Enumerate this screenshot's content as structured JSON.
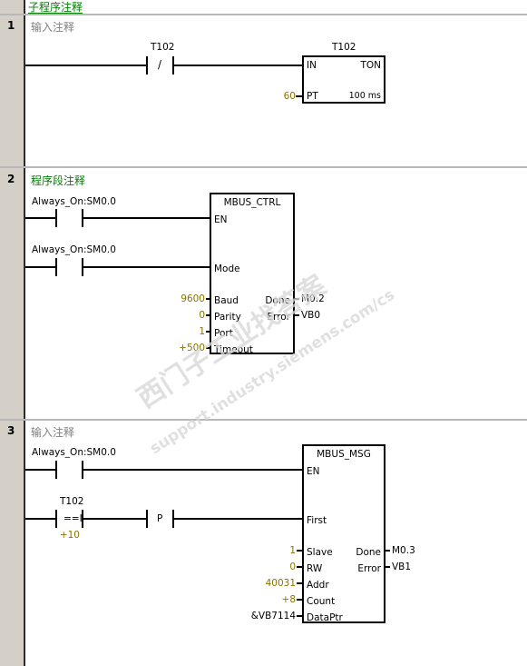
{
  "subroutine_title": "子程序注释",
  "networks": [
    {
      "number": "1",
      "comment": "输入注释",
      "contacts": [
        {
          "label": "T102",
          "symbol": "/"
        }
      ],
      "box": {
        "name": "T102",
        "type": "TON",
        "inputs": [
          {
            "pin": "IN",
            "value": ""
          },
          {
            "pin": "PT",
            "value": "60"
          }
        ],
        "outputs": [
          {
            "pin": "100 ms",
            "value": ""
          }
        ]
      }
    },
    {
      "number": "2",
      "comment": "程序段注释",
      "contacts": [
        {
          "label": "Always_On:SM0.0"
        },
        {
          "label": "Always_On:SM0.0"
        }
      ],
      "box": {
        "name": "MBUS_CTRL",
        "inputs": [
          {
            "pin": "EN",
            "value": ""
          },
          {
            "pin": "Mode",
            "value": ""
          },
          {
            "pin": "Baud",
            "value": "9600"
          },
          {
            "pin": "Parity",
            "value": "0"
          },
          {
            "pin": "Port",
            "value": "1"
          },
          {
            "pin": "Timeout",
            "value": "+500"
          }
        ],
        "outputs": [
          {
            "pin": "Done",
            "value": "M0.2"
          },
          {
            "pin": "Error",
            "value": "VB0"
          }
        ]
      }
    },
    {
      "number": "3",
      "comment": "输入注释",
      "contacts": [
        {
          "label": "Always_On:SM0.0"
        },
        {
          "label": "T102",
          "symbol": "==I",
          "operand2": "+10"
        },
        {
          "label": "",
          "symbol": "P"
        }
      ],
      "box": {
        "name": "MBUS_MSG",
        "inputs": [
          {
            "pin": "EN",
            "value": ""
          },
          {
            "pin": "First",
            "value": ""
          },
          {
            "pin": "Slave",
            "value": "1"
          },
          {
            "pin": "RW",
            "value": "0"
          },
          {
            "pin": "Addr",
            "value": "40031"
          },
          {
            "pin": "Count",
            "value": "+8"
          },
          {
            "pin": "DataPtr",
            "value": "&VB7114"
          }
        ],
        "outputs": [
          {
            "pin": "Done",
            "value": "M0.3"
          },
          {
            "pin": "Error",
            "value": "VB1"
          }
        ]
      }
    }
  ],
  "watermark": {
    "line1": "西门子工业找答案",
    "line2": "support.industry.siemens.com/cs"
  },
  "colors": {
    "title": "#008000",
    "comment_gray": "#808080",
    "comment_green": "#008000",
    "constant": "#8b7300",
    "gutter": "#d4d0c8",
    "watermark": "#d7d7d7"
  }
}
